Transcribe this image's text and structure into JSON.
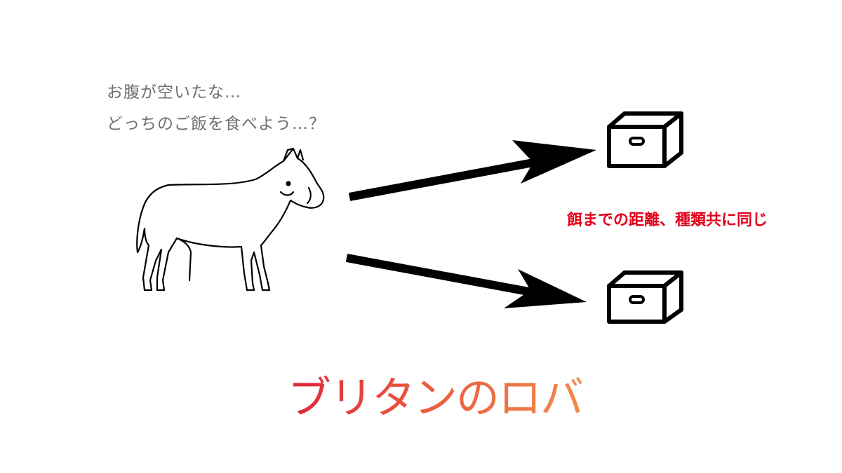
{
  "thought": {
    "line1": "お腹が空いたな…",
    "line2": "どっちのご飯を食べよう…？"
  },
  "note": "餌までの距離、種類共に同じ",
  "title": "ブリタンのロバ",
  "colors": {
    "note": "#e2001a",
    "thought": "#6f6f6f",
    "title_start": "#e0253a",
    "title_end": "#f08a4a",
    "lines": "#000000"
  },
  "icons": [
    "donkey-icon",
    "arrow-icon",
    "box-icon"
  ]
}
